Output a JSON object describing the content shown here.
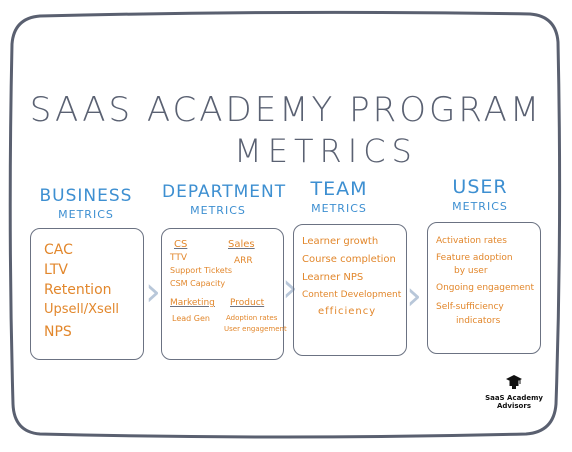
{
  "title": {
    "line1": "SAAS ACADEMY PROGRAM",
    "line2": "METRICS"
  },
  "columns": {
    "business": {
      "heading": "BUSINESS",
      "subheading": "METRICS",
      "items": [
        "CAC",
        "LTV",
        "Retention",
        "Upsell/Xsell",
        "NPS"
      ]
    },
    "department": {
      "heading": "DEPARTMENT",
      "subheading": "METRICS",
      "cs": {
        "label": "CS",
        "items": [
          "TTV",
          "Support Tickets",
          "CSM Capacity"
        ]
      },
      "sales": {
        "label": "Sales",
        "items": [
          "ARR"
        ]
      },
      "marketing": {
        "label": "Marketing",
        "items": [
          "Lead Gen"
        ]
      },
      "product": {
        "label": "Product",
        "items": [
          "Adoption rates",
          "User engagement"
        ]
      }
    },
    "team": {
      "heading": "TEAM",
      "subheading": "METRICS",
      "items": [
        "Learner growth",
        "Course completion",
        "Learner NPS",
        "Content Development",
        "efficiency"
      ]
    },
    "user": {
      "heading": "USER",
      "subheading": "METRICS",
      "items": [
        "Activation rates",
        "Feature adoption",
        "by user",
        "Ongoing engagement",
        "Self-sufficiency",
        "indicators"
      ]
    }
  },
  "logo": {
    "line1": "SaaS Academy",
    "line2": "Advisors"
  },
  "colors": {
    "heading": "#3d8fd1",
    "item": "#e2872c",
    "border": "#6b7282",
    "arrow": "#b8c7d9"
  },
  "icons": {
    "logo": "graduation-cap-icon",
    "connector": "chevron-right-icon"
  }
}
